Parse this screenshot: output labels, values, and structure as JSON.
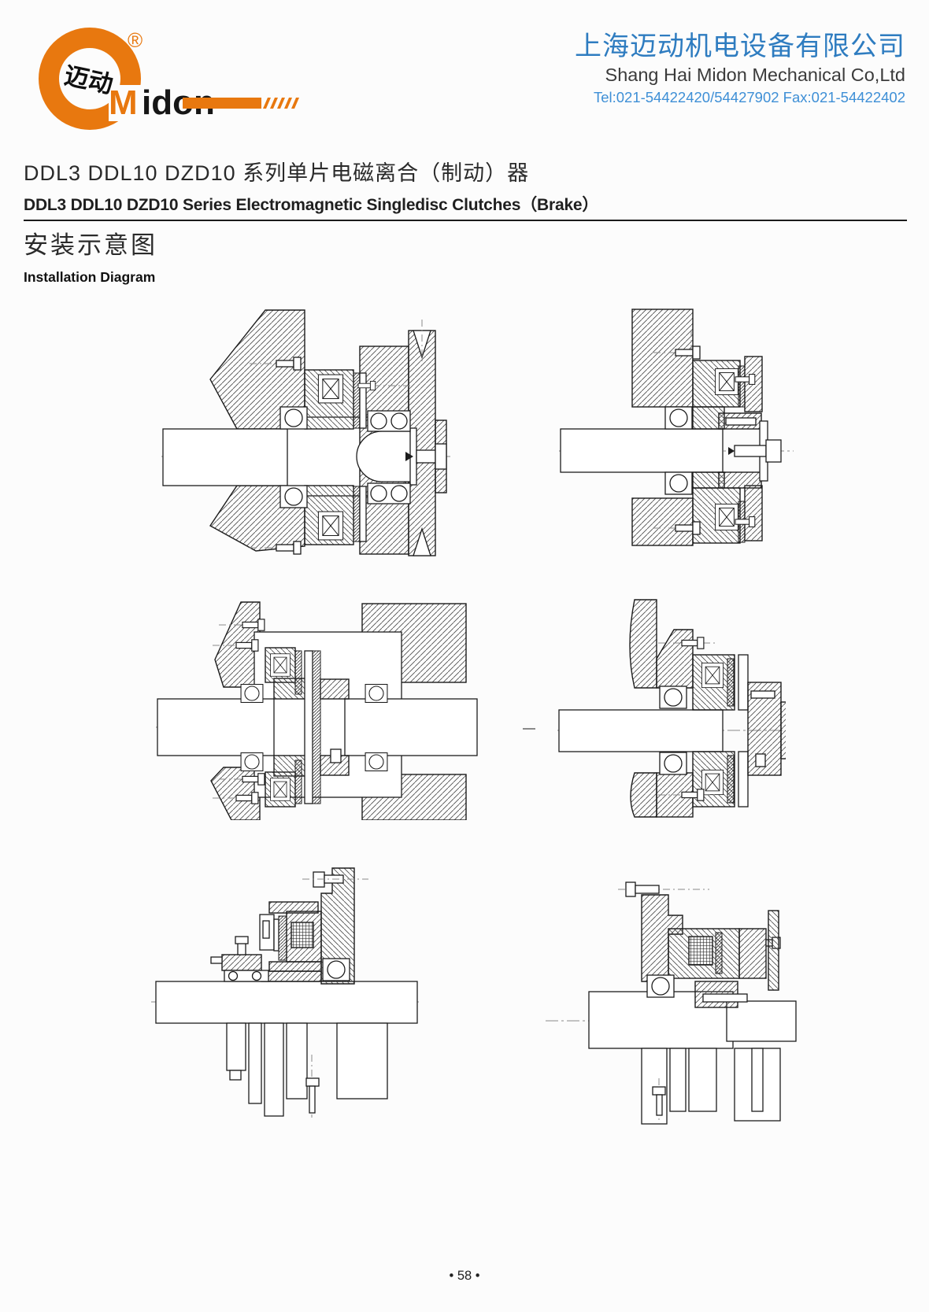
{
  "colors": {
    "brand_orange": "#E8780F",
    "company_blue": "#2E7CC0",
    "tel_blue": "#3E8FD6",
    "drawing_line": "#1c1c1c",
    "page_background": "#fcfcfc"
  },
  "logo": {
    "cn": "迈动",
    "brand_m": "M",
    "brand_rest": "idon",
    "registered": "®"
  },
  "header": {
    "company_cn": "上海迈动机电设备有限公司",
    "company_en": "Shang Hai Midon Mechanical Co,Ltd",
    "tel_fax": "Tel:021-54422420/54427902 Fax:021-54422402"
  },
  "titles": {
    "product_cn": "DDL3 DDL10 DZD10 系列单片电磁离合（制动）器",
    "product_en": "DDL3 DDL10 DZD10 Series Electromagnetic Singledisc Clutches（Brake）",
    "section_cn": "安装示意图",
    "section_en": "Installation Diagram"
  },
  "footer": {
    "page_number": "• 58 •"
  }
}
